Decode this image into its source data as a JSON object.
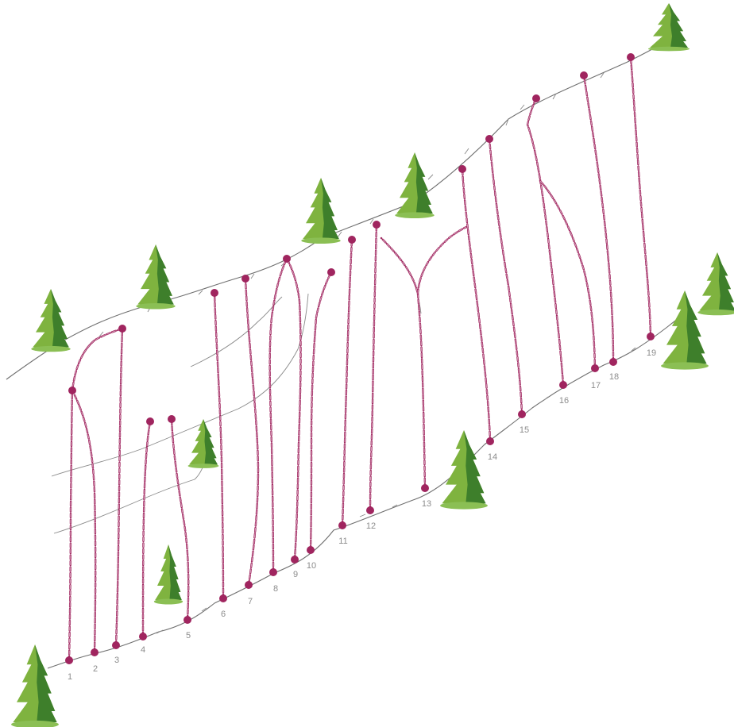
{
  "colors": {
    "route": "#a0255f",
    "ridge": "#6f6f6f",
    "tree_light": "#7fb33f",
    "tree_dark": "#3e7f2b",
    "tree_shadow": "#8bbf54",
    "label": "#8c8c8c"
  },
  "routes": [
    {
      "label": "1"
    },
    {
      "label": "2"
    },
    {
      "label": "3"
    },
    {
      "label": "4"
    },
    {
      "label": "5"
    },
    {
      "label": "6"
    },
    {
      "label": "7"
    },
    {
      "label": "8"
    },
    {
      "label": "9"
    },
    {
      "label": "10"
    },
    {
      "label": "11"
    },
    {
      "label": "12"
    },
    {
      "label": "13"
    },
    {
      "label": "14"
    },
    {
      "label": "15"
    },
    {
      "label": "16"
    },
    {
      "label": "17"
    },
    {
      "label": "18"
    },
    {
      "label": "19"
    }
  ],
  "icons": [
    "tree-icon"
  ]
}
